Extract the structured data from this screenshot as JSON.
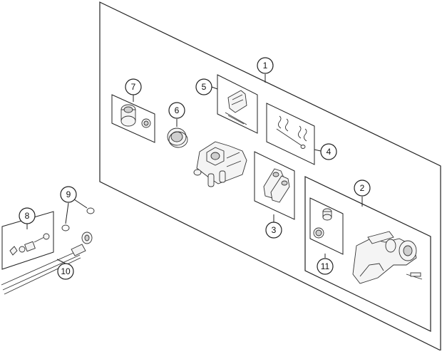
{
  "diagram": {
    "callouts": [
      {
        "id": "c1",
        "label": "1"
      },
      {
        "id": "c2",
        "label": "2"
      },
      {
        "id": "c3",
        "label": "3"
      },
      {
        "id": "c4",
        "label": "4"
      },
      {
        "id": "c5",
        "label": "5"
      },
      {
        "id": "c6",
        "label": "6"
      },
      {
        "id": "c7",
        "label": "7"
      },
      {
        "id": "c8",
        "label": "8"
      },
      {
        "id": "c9",
        "label": "9"
      },
      {
        "id": "c10",
        "label": "10"
      },
      {
        "id": "c11",
        "label": "11"
      }
    ]
  },
  "colors": {
    "line": "#222222",
    "background": "#ffffff",
    "part_fill": "#f4f4f4",
    "part_shade": "#cfcfcf"
  }
}
